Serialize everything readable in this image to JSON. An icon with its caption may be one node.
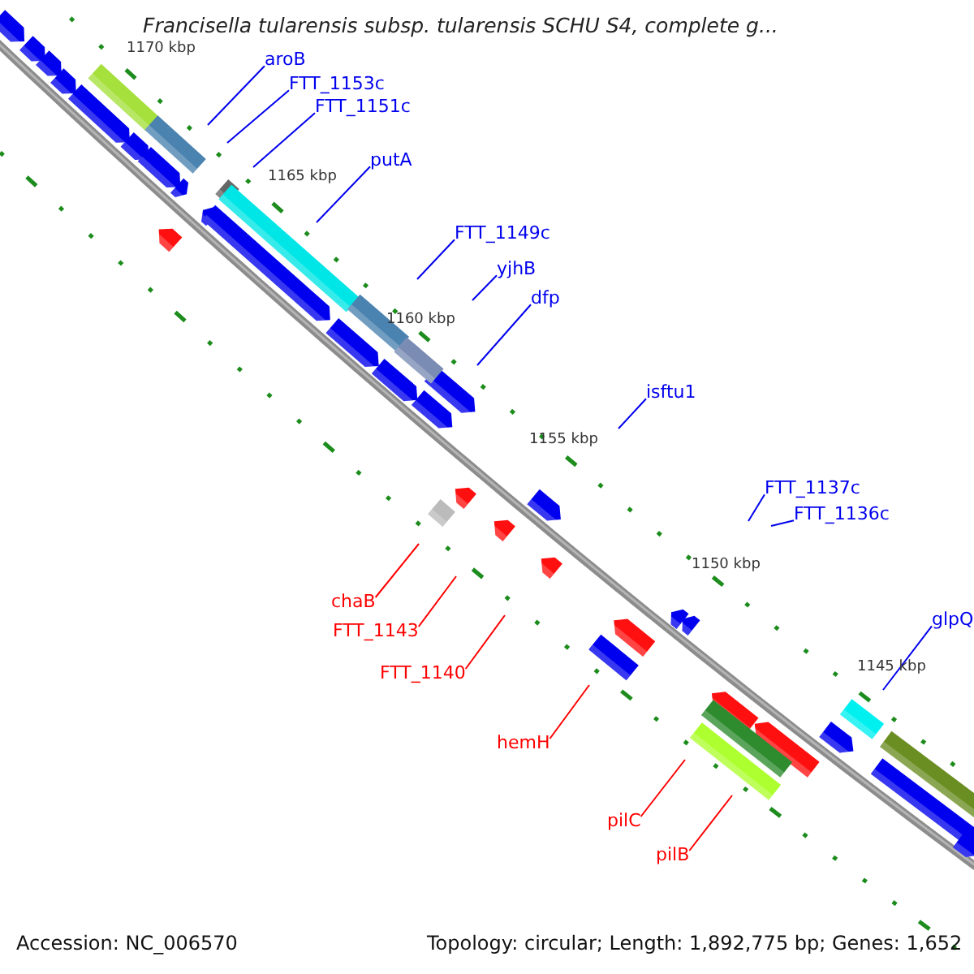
{
  "diagram": {
    "title": "Francisella tularensis subsp. tularensis SCHU S4, complete g...",
    "nodes": [
      {
        "text": [
          "aroB"
        ]
      },
      {
        "text": [
          "FTT_1153c"
        ]
      },
      {
        "text": [
          "FTT_1151c"
        ]
      },
      {
        "text": [
          "putA"
        ]
      },
      {
        "text": [
          "FTT_1149c"
        ]
      },
      {
        "text": [
          "yjhB"
        ]
      },
      {
        "text": [
          "dfp"
        ]
      },
      {
        "text": [
          "isftu1"
        ]
      },
      {
        "text": [
          "FTT_1137c"
        ]
      },
      {
        "text": [
          "FTT_1136c"
        ]
      },
      {
        "text": [
          "chaB"
        ]
      },
      {
        "text": [
          "glpQ"
        ]
      },
      {
        "text": [
          "FTT_1143"
        ]
      },
      {
        "text": [
          "FTT_1140"
        ]
      },
      {
        "text": [
          "hemH"
        ]
      },
      {
        "text": [
          "pilC"
        ]
      },
      {
        "text": [
          "pilB"
        ]
      }
    ],
    "edges": [
      {
        "from": 0,
        "to": null,
        "arrow": "none"
      },
      {
        "from": 1,
        "to": null,
        "arrow": "none"
      },
      {
        "from": 2,
        "to": null,
        "arrow": "none"
      },
      {
        "from": 3,
        "to": null,
        "arrow": "none"
      },
      {
        "from": 4,
        "to": null,
        "arrow": "none"
      },
      {
        "from": 5,
        "to": null,
        "arrow": "none"
      },
      {
        "from": 6,
        "to": null,
        "arrow": "none"
      },
      {
        "from": 7,
        "to": null,
        "arrow": "none"
      },
      {
        "from": 8,
        "to": null,
        "arrow": "none"
      },
      {
        "from": 9,
        "to": null,
        "arrow": "none"
      },
      {
        "from": 10,
        "to": null,
        "arrow": "none",
        "color": "#ff0000"
      },
      {
        "from": 11,
        "to": null,
        "arrow": "none"
      },
      {
        "from": 12,
        "to": null,
        "arrow": "none",
        "color": "#ff0000"
      },
      {
        "from": 13,
        "to": null,
        "arrow": "none",
        "color": "#ff0000"
      },
      {
        "from": 14,
        "to": null,
        "arrow": "none",
        "color": "#ff0000"
      },
      {
        "from": 15,
        "to": null,
        "arrow": "none",
        "color": "#ff0000"
      },
      {
        "from": 16,
        "to": null,
        "arrow": "none",
        "color": "#ff0000"
      }
    ],
    "labels": [
      "1170 kbp",
      "1165 kbp",
      "1160 kbp",
      "1155 kbp",
      "1150 kbp",
      "1145 kbp",
      "Accession: NC_006570",
      "Topology: circular; Length: 1,892,775 bp; Genes: 1,652"
    ]
  }
}
